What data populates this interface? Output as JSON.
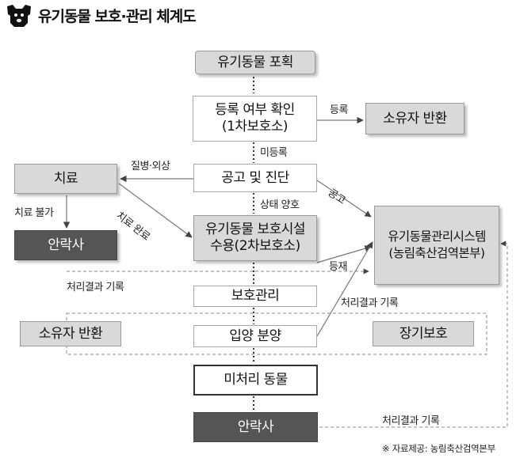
{
  "header": {
    "title": "유기동물 보호·관리 체계도",
    "logo_icon": "dog-face-icon"
  },
  "boxes": {
    "capture": "유기동물 포획",
    "register_check_line1": "등록 여부 확인",
    "register_check_line2": "(1차보호소)",
    "owner_return_top": "소유자 반환",
    "notice_exam": "공고 및 진단",
    "treatment": "치료",
    "euthanasia_left": "안락사",
    "shelter_line1": "유기동물 보호시설",
    "shelter_line2": "수용(2차보호소)",
    "system_line1": "유기동물관리시스템",
    "system_line2": "(농림축산검역본부)",
    "protection": "보호관리",
    "owner_return_bottom": "소유자 반환",
    "adoption": "입양 분양",
    "long_term": "장기보호",
    "unprocessed": "미처리 동물",
    "euthanasia_bottom": "안락사"
  },
  "labels": {
    "registered": "등록",
    "unregistered": "미등록",
    "illness_injury": "질병·외상",
    "treatment_impossible": "치료 불가",
    "treatment_complete": "치료 완료",
    "good_condition": "상태 양호",
    "notice": "공고",
    "posting": "등재",
    "record_left": "처리결과 기록",
    "record_right": "처리결과 기록",
    "record_bottom": "처리결과 기록"
  },
  "footnote": "※ 자료제공: 농림축산검역본부"
}
